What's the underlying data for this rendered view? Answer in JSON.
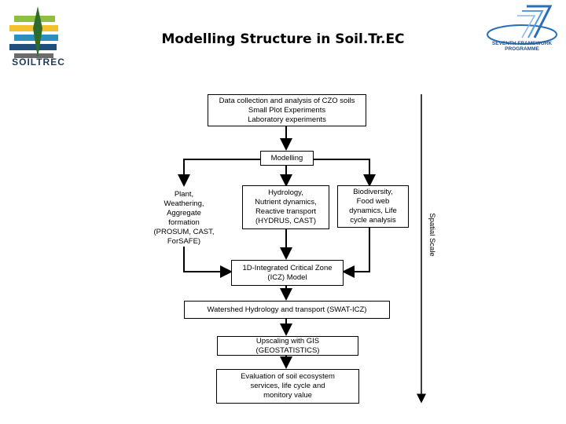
{
  "header": {
    "title": "Modelling Structure in Soil.Tr.EC",
    "left_logo_text": "SOILTREC",
    "right_logo_text": "SEVENTH FRAMEWORK PROGRAMME"
  },
  "diagram": {
    "data_collection": "Data collection  and analysis of  CZO soils\nSmall Plot Experiments\nLaboratory experiments",
    "modelling": "Modelling",
    "plant": "Plant,\nWeathering,\nAggregate\nformation\n(PROSUM, CAST,\nForSAFE)",
    "hydrology": "Hydrology,\nNutrient  dynamics,\nReactive transport\n(HYDRUS, CAST)",
    "biodiversity": "Biodiversity,\nFood web\ndynamics, Life\ncycle analysis",
    "icz": "1D-Integrated Critical Zone\n(ICZ) Model",
    "watershed": "Watershed Hydrology and transport (SWAT-ICZ)",
    "upscaling": "Upscaling with GIS\n(GEOSTATISTICS)",
    "evaluation": "Evaluation of soil ecosystem\nservices, life cycle and\nmonitory value",
    "spatial_scale": "Spatial Scale"
  },
  "colors": {
    "logo_stripes": [
      "#8fbf3f",
      "#f2c12e",
      "#2d8fbf",
      "#1f4f7a",
      "#6b6b6b"
    ],
    "fp_blue": "#2a6fb5"
  }
}
